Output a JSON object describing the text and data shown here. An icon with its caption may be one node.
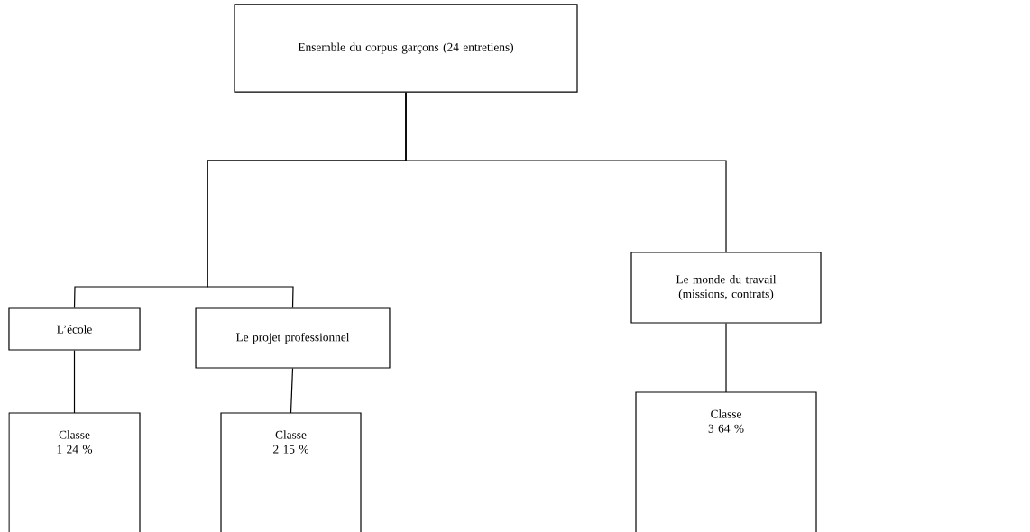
{
  "diagram": {
    "nodes": [
      {
        "text": [
          "Ensemble du corpus garçons (24 entretiens)"
        ]
      },
      {
        "text": [
          "L’école"
        ]
      },
      {
        "text": [
          "Le projet professionnel"
        ]
      },
      {
        "text": [
          "Le monde du travail (missions, contrats)"
        ]
      },
      {
        "text": [
          "Classe 1 24 %"
        ]
      },
      {
        "text": [
          "Classe 2 15 %"
        ]
      },
      {
        "text": [
          "Classe 3 64 %"
        ]
      }
    ],
    "edges": [
      {
        "from": 0,
        "to": 1,
        "arrow": "none"
      },
      {
        "from": 0,
        "to": 2,
        "arrow": "none"
      },
      {
        "from": 0,
        "to": 3,
        "arrow": "none"
      },
      {
        "from": 1,
        "to": 4,
        "arrow": "none"
      },
      {
        "from": 2,
        "to": 5,
        "arrow": "none"
      },
      {
        "from": 3,
        "to": 6,
        "arrow": "none"
      }
    ]
  }
}
